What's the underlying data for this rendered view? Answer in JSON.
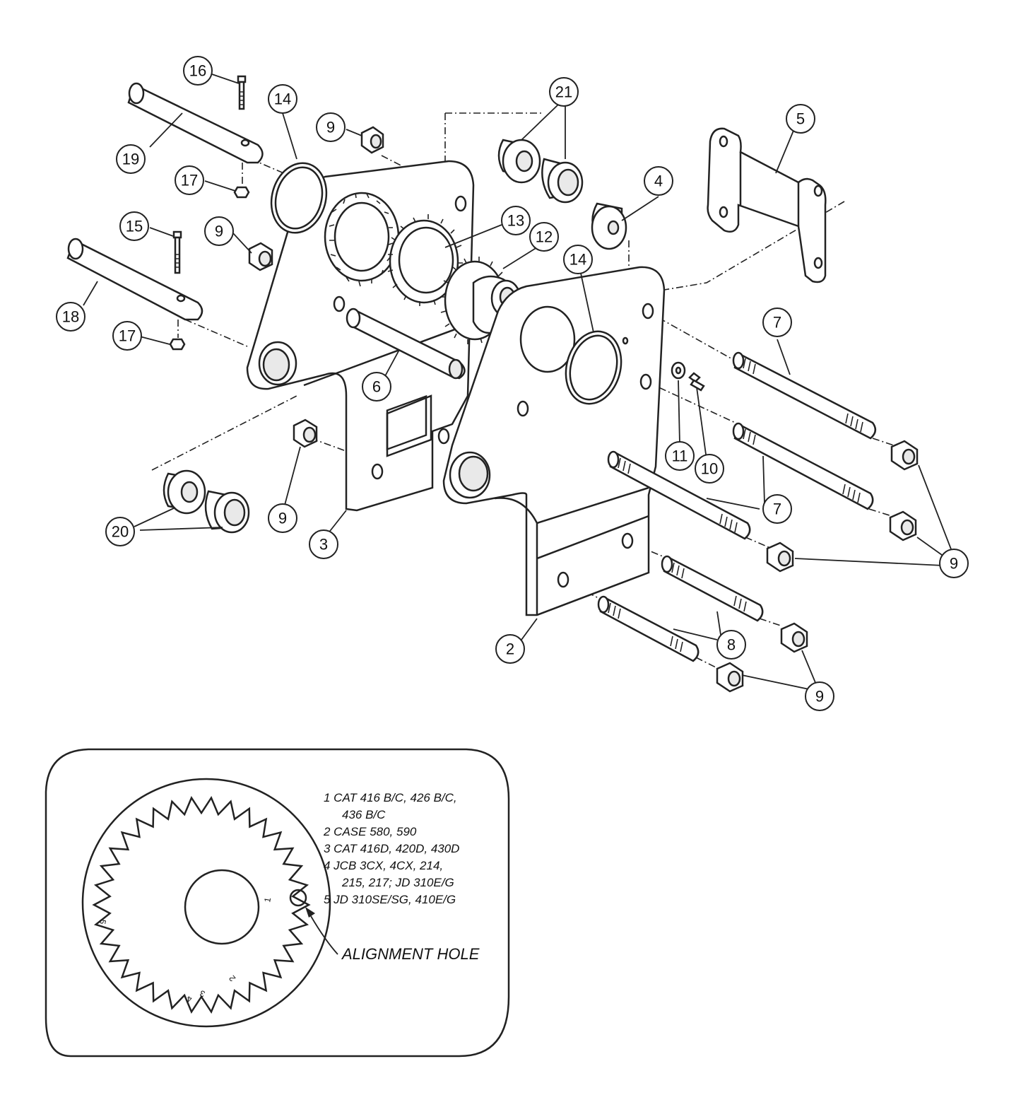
{
  "callouts": [
    {
      "id": "c16",
      "label": "16"
    },
    {
      "id": "c14a",
      "label": "14"
    },
    {
      "id": "c19",
      "label": "19"
    },
    {
      "id": "c9a",
      "label": "9"
    },
    {
      "id": "c17a",
      "label": "17"
    },
    {
      "id": "c21",
      "label": "21"
    },
    {
      "id": "c5",
      "label": "5"
    },
    {
      "id": "c4",
      "label": "4"
    },
    {
      "id": "c15",
      "label": "15"
    },
    {
      "id": "c9b",
      "label": "9"
    },
    {
      "id": "c13",
      "label": "13"
    },
    {
      "id": "c12",
      "label": "12"
    },
    {
      "id": "c14b",
      "label": "14"
    },
    {
      "id": "c18",
      "label": "18"
    },
    {
      "id": "c17b",
      "label": "17"
    },
    {
      "id": "c7a",
      "label": "7"
    },
    {
      "id": "c6",
      "label": "6"
    },
    {
      "id": "c11",
      "label": "11"
    },
    {
      "id": "c10",
      "label": "10"
    },
    {
      "id": "c9c",
      "label": "9"
    },
    {
      "id": "c7b",
      "label": "7"
    },
    {
      "id": "c20",
      "label": "20"
    },
    {
      "id": "c3",
      "label": "3"
    },
    {
      "id": "c9d",
      "label": "9"
    },
    {
      "id": "c8",
      "label": "8"
    },
    {
      "id": "c2",
      "label": "2"
    },
    {
      "id": "c9e",
      "label": "9"
    }
  ],
  "legend": {
    "lines": [
      "1  CAT 416 B/C, 426 B/C,",
      "436 B/C",
      "2  CASE 580, 590",
      "3  CAT 416D, 420D, 430D",
      "4  JCB 3CX, 4CX, 214,",
      "215, 217; JD 310E/G",
      "5  JD 310SE/SG, 410E/G"
    ]
  },
  "gear_marks": [
    "1",
    "2",
    "3",
    "4",
    "5"
  ],
  "alignment_label": "ALIGNMENT HOLE"
}
